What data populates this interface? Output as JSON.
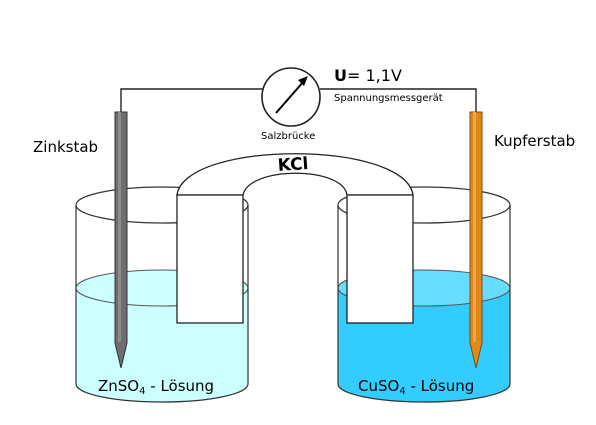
{
  "labels": {
    "left_electrode": "Zinkstab",
    "right_electrode": "Kupferstab",
    "salt_bridge": "Salzbrücke",
    "salt_bridge_compound": "KCl",
    "meter": "Spannungsmessgerät",
    "voltage_symbol": "U",
    "voltage_value": "= 1,1V",
    "left_solution": {
      "formula": "ZnSO",
      "subscript": "4",
      "suffix": " - Lösung"
    },
    "right_solution": {
      "formula": "CuSO",
      "subscript": "4",
      "suffix": " - Lösung"
    }
  },
  "colors": {
    "left_solution": "#ccffff",
    "right_solution": "#33ccff",
    "zinc_rod": "#6e6e6e",
    "copper_rod": "#e0891a",
    "outline": "#222222"
  }
}
